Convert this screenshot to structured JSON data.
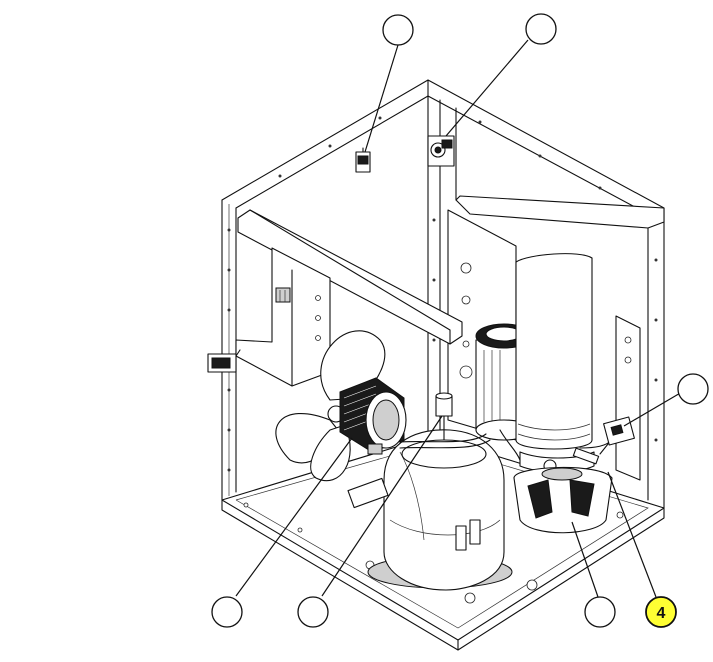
{
  "callouts": [
    {
      "id": "a",
      "label": ""
    },
    {
      "id": "b",
      "label": ""
    },
    {
      "id": "c",
      "label": ""
    },
    {
      "id": "d",
      "label": ""
    },
    {
      "id": "e",
      "label": ""
    },
    {
      "id": "f",
      "label": ""
    },
    {
      "id": "g",
      "label": "4",
      "highlighted": true,
      "highlight_color": "#ffff33"
    }
  ]
}
